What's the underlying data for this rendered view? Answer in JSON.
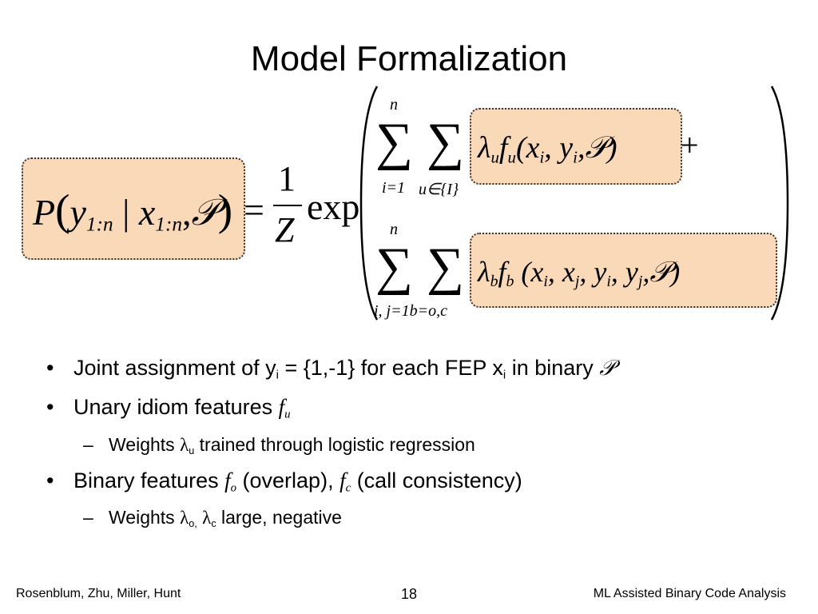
{
  "slide": {
    "title": "Model Formalization",
    "page_number": "18"
  },
  "footer": {
    "left": "Rosenblum, Zhu, Miller, Hunt",
    "right": "ML Assisted Binary Code Analysis"
  },
  "equation": {
    "lhs_p": "P",
    "lhs_open": "(",
    "lhs_y": "y",
    "lhs_y_sub": "1:n",
    "lhs_bar": " | ",
    "lhs_x": "x",
    "lhs_x_sub": "1:n",
    "lhs_comma": ",",
    "lhs_script_p": "𝒫",
    "lhs_close": ")",
    "equals": "=",
    "frac_num": "1",
    "frac_den": "Z",
    "exp": "exp",
    "sum_sym": "∑",
    "sum1_top": "n",
    "sum1_bottom_i": "i=1",
    "sum1_bottom_u": "u∈{I}",
    "term1": "λ",
    "term1_sub": "u",
    "term1_f": "f",
    "term1_f_sub": "u",
    "term1_args": "(x",
    "term1_xi": "i",
    "term1_y": ", y",
    "term1_yi": "i",
    "term1_p": ",𝒫)",
    "plus": "+",
    "sum2_top": "n",
    "sum2_bottom": "i, j=1b=o,c",
    "term2": "λ",
    "term2_sub": "b",
    "term2_f": "f",
    "term2_f_sub": "b",
    "term2_args": " (x",
    "term2_xi": "i",
    "term2_x": ", x",
    "term2_xj": "j",
    "term2_y": ", y",
    "term2_yi": "i",
    "term2_y2": ", y",
    "term2_yj": "j",
    "term2_p": ",𝒫)"
  },
  "bullets": [
    {
      "pre": "Joint assignment of y",
      "sub": "i",
      "post": " = {1,-1} for each FEP x",
      "sub2": "i",
      "post2": " in binary ",
      "sym": "𝒫"
    },
    {
      "pre": "Unary idiom features ",
      "sym": "f",
      "symsub": "u"
    },
    {
      "pre": "Weights ",
      "sym": "λ",
      "symsub": "u",
      "post": " trained through logistic regression"
    },
    {
      "pre": "Binary features ",
      "sym": "f",
      "symsub": "o",
      "post": " (overlap), ",
      "sym2": "f",
      "symsub2": "c",
      "post2": " (call consistency)"
    },
    {
      "pre": "Weights ",
      "sym": "λ",
      "symsub": "o,",
      "post": " ",
      "sym2": "λ",
      "symsub2": "c",
      "post2": " large, negative"
    }
  ],
  "markers": {
    "bullet": "•",
    "dash": "–"
  }
}
